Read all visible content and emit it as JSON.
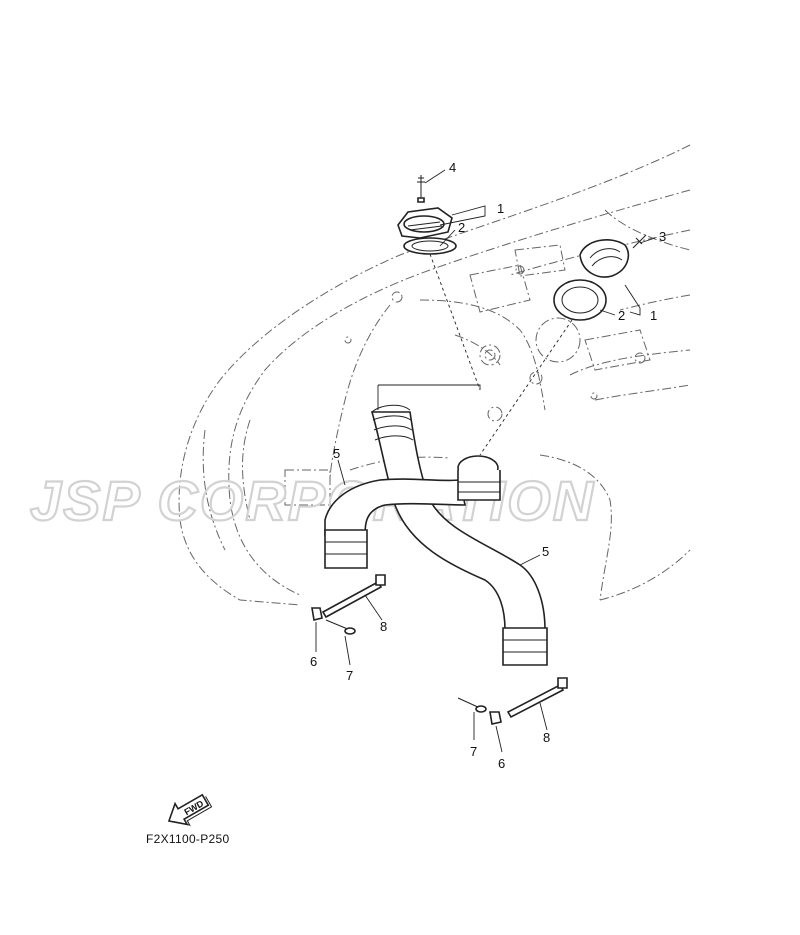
{
  "watermark": {
    "text": "JSP CORPORATION",
    "color": "#d2d2d2"
  },
  "diagram_code": "F2X1100-P250",
  "fwd_label": "FWD",
  "callouts": [
    {
      "id": "c4",
      "text": "4"
    },
    {
      "id": "c1a",
      "text": "1"
    },
    {
      "id": "c2a",
      "text": "2"
    },
    {
      "id": "c3",
      "text": "3"
    },
    {
      "id": "c2b",
      "text": "2"
    },
    {
      "id": "c1b",
      "text": "1"
    },
    {
      "id": "c5a",
      "text": "5"
    },
    {
      "id": "c5b",
      "text": "5"
    },
    {
      "id": "c8a",
      "text": "8"
    },
    {
      "id": "c6a",
      "text": "6"
    },
    {
      "id": "c7a",
      "text": "7"
    },
    {
      "id": "c7b",
      "text": "7"
    },
    {
      "id": "c6b",
      "text": "6"
    },
    {
      "id": "c8b",
      "text": "8"
    }
  ]
}
